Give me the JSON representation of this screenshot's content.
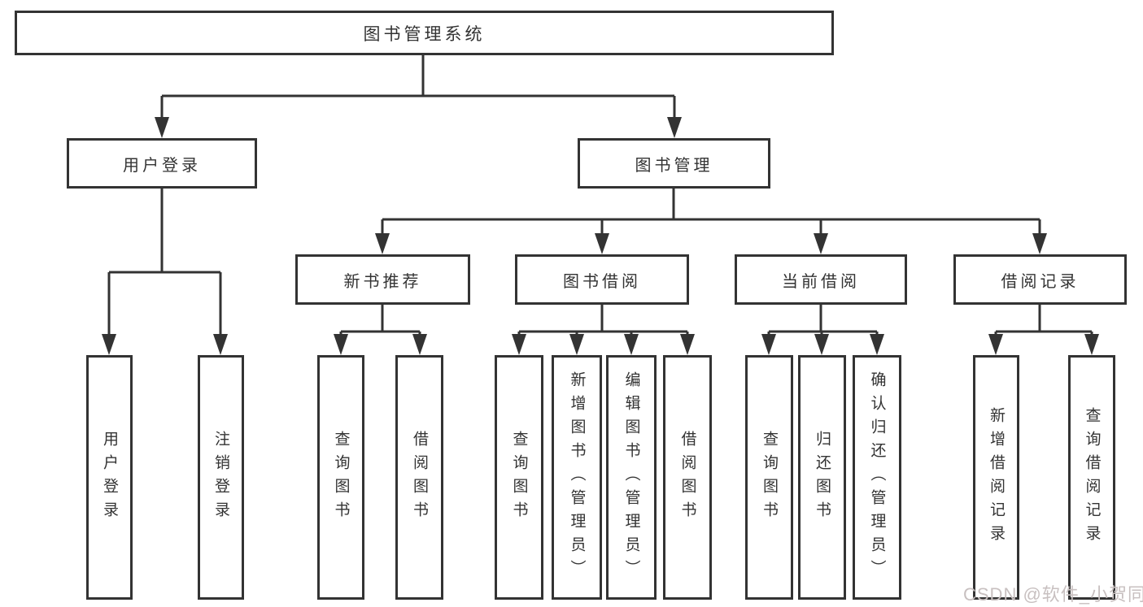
{
  "diagram": {
    "root_label": "图书管理系统",
    "level2": {
      "user_login": "用户登录",
      "book_mgmt": "图书管理"
    },
    "level3": {
      "new_books": "新书推荐",
      "book_borrow": "图书借阅",
      "current_borrow": "当前借阅",
      "borrow_records": "借阅记录"
    },
    "leaves": {
      "user_login": [
        "用户登录",
        "注销登录"
      ],
      "new_books": [
        "查询图书",
        "借阅图书"
      ],
      "book_borrow": [
        "查询图书",
        "新增图书（管理员）",
        "编辑图书（管理员）",
        "借阅图书"
      ],
      "current_borrow": [
        "查询图书",
        "归还图书",
        "确认归还（管理员）"
      ],
      "borrow_records": [
        "新增借阅记录",
        "查询借阅记录"
      ]
    }
  },
  "watermark": "CSDN @软件_小贺同学",
  "colors": {
    "line": "#333333",
    "box_border": "#333333",
    "text": "#333333",
    "watermark": "#c8c0c0",
    "background": "#ffffff"
  }
}
